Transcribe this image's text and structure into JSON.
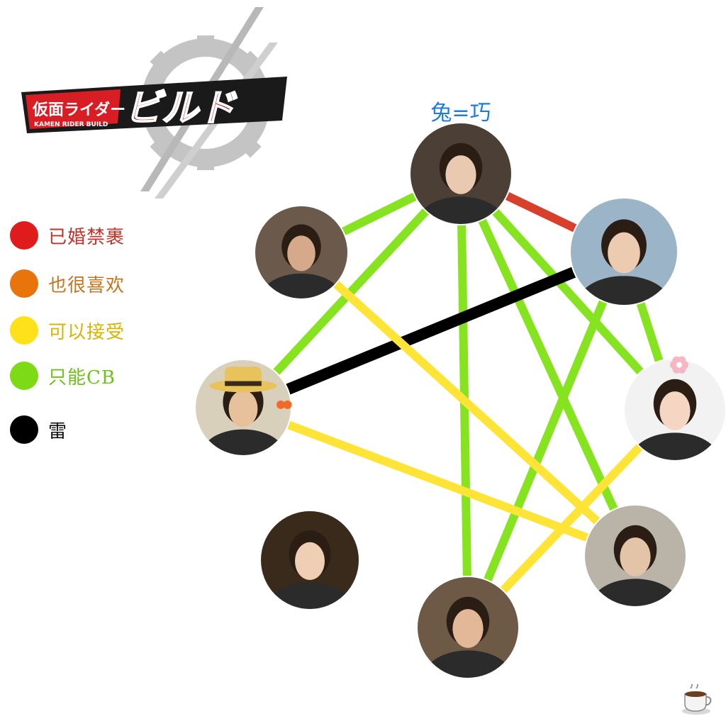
{
  "logo": {
    "kanji": "仮面ライダー",
    "katakana": "ビルド",
    "subtitle": "KAMEN RIDER BUILD",
    "colors": {
      "red": "#d81e24",
      "dark": "#1a1a1a",
      "gear": "#bfbfbf"
    }
  },
  "legend": [
    {
      "label": "已婚禁裹",
      "color": "#e01b1b",
      "text_color": "#c0322a"
    },
    {
      "label": "也很喜欢",
      "color": "#e8750c",
      "text_color": "#c8741e"
    },
    {
      "label": "可以接受",
      "color": "#ffe11a",
      "text_color": "#d9b400"
    },
    {
      "label": "只能CB",
      "color": "#7ddb16",
      "text_color": "#6fc21a"
    },
    {
      "label": "雷",
      "color": "#000000",
      "text_color": "#111111"
    }
  ],
  "nodes": [
    {
      "id": "top",
      "label": "兔=巧",
      "avatar": "young-man-dark-hair-portrait",
      "bg": "#4b3f36",
      "skin": "#e9c9b0"
    },
    {
      "id": "upper-left",
      "avatar": "bearded-man-portrait",
      "bg": "#6b5a4c",
      "skin": "#d6a98a"
    },
    {
      "id": "upper-right",
      "avatar": "young-man-fist-portrait",
      "bg": "#9bb4c8",
      "skin": "#edcbb0"
    },
    {
      "id": "mid-left",
      "avatar": "man-straw-hat-glasses-portrait",
      "bg": "#d9d0bb",
      "skin": "#e7c09c"
    },
    {
      "id": "mid-right",
      "avatar": "girl-bob-hair-flower-portrait",
      "bg": "#f2f2f2",
      "skin": "#f5d6c3"
    },
    {
      "id": "lower-left",
      "avatar": "woman-short-hair-portrait",
      "bg": "#3a2a1c",
      "skin": "#f0ceb4"
    },
    {
      "id": "lower-right",
      "avatar": "man-suit-glasses-portrait",
      "bg": "#b9b3a8",
      "skin": "#e3c4a8"
    },
    {
      "id": "bottom",
      "avatar": "man-fur-hood-portrait",
      "bg": "#6d5946",
      "skin": "#e2b899"
    }
  ],
  "edges": [
    {
      "from": "top",
      "to": "upper-left",
      "color": "#86e31f"
    },
    {
      "from": "top",
      "to": "mid-left",
      "color": "#86e31f"
    },
    {
      "from": "top",
      "to": "bottom",
      "color": "#86e31f"
    },
    {
      "from": "top",
      "to": "lower-right",
      "color": "#86e31f"
    },
    {
      "from": "top",
      "to": "mid-right",
      "color": "#86e31f"
    },
    {
      "from": "top",
      "to": "upper-right",
      "color": "#d9402b"
    },
    {
      "from": "upper-right",
      "to": "mid-left",
      "color": "#000000"
    },
    {
      "from": "upper-right",
      "to": "mid-right",
      "color": "#86e31f"
    },
    {
      "from": "upper-right",
      "to": "bottom",
      "color": "#86e31f"
    },
    {
      "from": "upper-left",
      "to": "lower-right",
      "color": "#ffe438"
    },
    {
      "from": "mid-left",
      "to": "lower-right",
      "color": "#ffe438"
    },
    {
      "from": "mid-right",
      "to": "bottom",
      "color": "#ffe438"
    }
  ],
  "coffee_icon": "coffee-cup-icon"
}
